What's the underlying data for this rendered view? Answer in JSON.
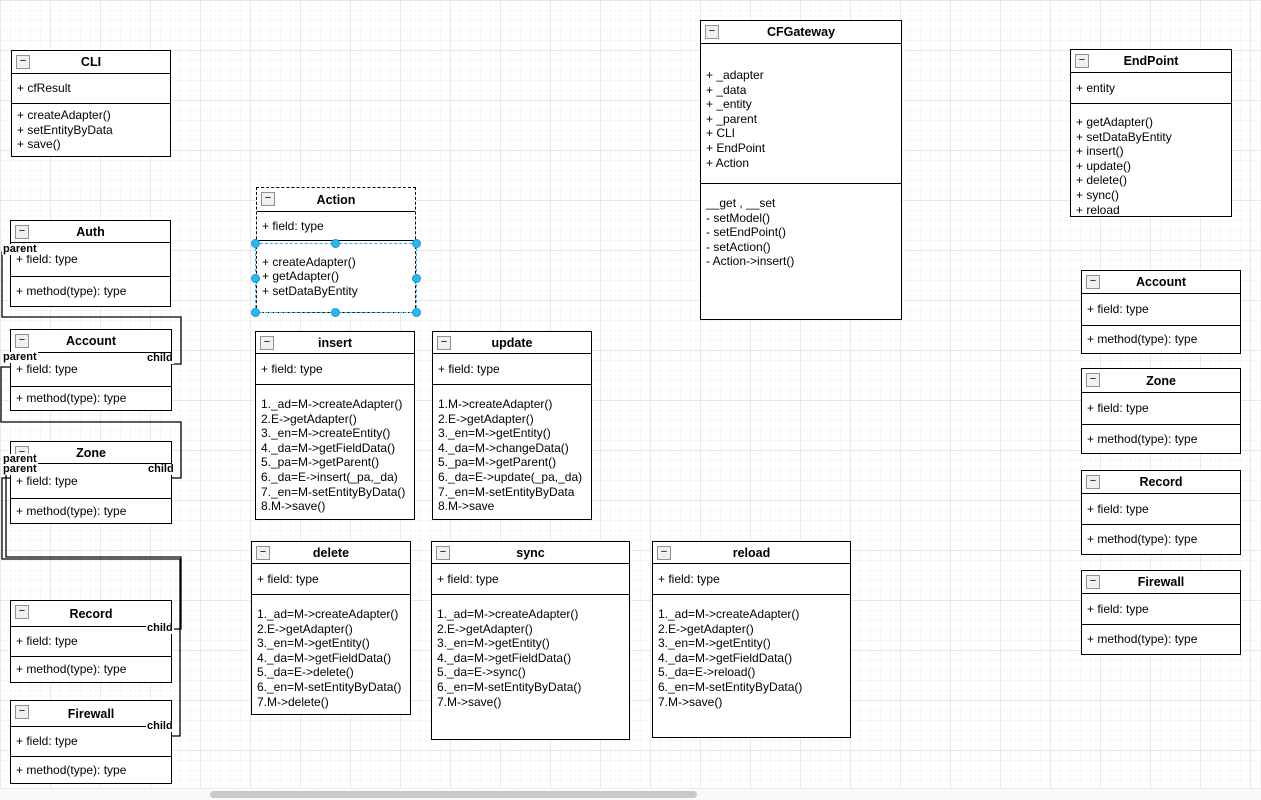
{
  "icons": {
    "collapse": "−"
  },
  "selection": {
    "color": "#29b6f2"
  },
  "classes": {
    "cli": {
      "title": "CLI",
      "fields": [
        "+ cfResult"
      ],
      "methods": [
        "+ createAdapter()",
        "+ setEntityByData",
        "+ save()"
      ]
    },
    "auth": {
      "title": "Auth",
      "fields": [
        "+ field: type"
      ],
      "methods": [
        "+ method(type): type"
      ]
    },
    "account_left": {
      "title": "Account",
      "fields": [
        "+ field: type"
      ],
      "methods": [
        "+ method(type): type"
      ]
    },
    "zone_left": {
      "title": "Zone",
      "fields": [
        "+ field: type"
      ],
      "methods": [
        "+ method(type): type"
      ]
    },
    "record_left": {
      "title": "Record",
      "fields": [
        "+ field: type"
      ],
      "methods": [
        "+ method(type): type"
      ]
    },
    "firewall_left": {
      "title": "Firewall",
      "fields": [
        "+ field: type"
      ],
      "methods": [
        "+ method(type): type"
      ]
    },
    "action": {
      "title": "Action",
      "fields": [
        "+ field: type"
      ],
      "methods": [
        "+ createAdapter()",
        "+ getAdapter()",
        "+ setDataByEntity"
      ]
    },
    "insert": {
      "title": "insert",
      "fields": [
        "+ field: type"
      ],
      "methods": [
        "1._ad=M->createAdapter()",
        "2.E->getAdapter()",
        "3._en=M->createEntity()",
        "4._da=M->getFieldData()",
        "5._pa=M->getParent()",
        "6._da=E->insert(_pa,_da)",
        "7._en=M-setEntityByData()",
        "8.M->save()"
      ]
    },
    "update": {
      "title": "update",
      "fields": [
        "+ field: type"
      ],
      "methods": [
        "1.M->createAdapter()",
        "2.E->getAdapter()",
        "3._en=M->getEntity()",
        "4._da=M->changeData()",
        "5._pa=M->getParent()",
        "6._da=E->update(_pa,_da)",
        "7._en=M-setEntityByData",
        "8.M->save"
      ]
    },
    "delete": {
      "title": "delete",
      "fields": [
        "+ field: type"
      ],
      "methods": [
        "1._ad=M->createAdapter()",
        "2.E->getAdapter()",
        "3._en=M->getEntity()",
        "4._da=M->getFieldData()",
        "5._da=E->delete()",
        "6._en=M-setEntityByData()",
        "7.M->delete()"
      ]
    },
    "sync": {
      "title": "sync",
      "fields": [
        "+ field: type"
      ],
      "methods": [
        "1._ad=M->createAdapter()",
        "2.E->getAdapter()",
        "3._en=M->getEntity()",
        "4._da=M->getFieldData()",
        "5._da=E->sync()",
        "6._en=M-setEntityByData()",
        "7.M->save()"
      ]
    },
    "reload": {
      "title": "reload",
      "fields": [
        "+ field: type"
      ],
      "methods": [
        "1._ad=M->createAdapter()",
        "2.E->getAdapter()",
        "3._en=M->getEntity()",
        "4._da=M->getFieldData()",
        "5._da=E->reload()",
        "6._en=M-setEntityByData()",
        "7.M->save()"
      ]
    },
    "cfgateway": {
      "title": "CFGateway",
      "fields": [
        "+ _adapter",
        "+ _data",
        "+ _entity",
        "+ _parent",
        "+ CLI",
        "+ EndPoint",
        "+ Action"
      ],
      "methods": [
        "__get , __set",
        "- setModel()",
        "- setEndPoint()",
        "- setAction()",
        "- Action->insert()"
      ]
    },
    "endpoint": {
      "title": "EndPoint",
      "fields": [
        "+ entity"
      ],
      "methods": [
        "+ getAdapter()",
        "+ setDataByEntity",
        "+ insert()",
        "+ update()",
        "+ delete()",
        "+ sync()",
        "+ reload"
      ]
    },
    "account_right": {
      "title": "Account",
      "fields": [
        "+ field: type"
      ],
      "methods": [
        "+ method(type): type"
      ]
    },
    "zone_right": {
      "title": "Zone",
      "fields": [
        "+ field: type"
      ],
      "methods": [
        "+ method(type): type"
      ]
    },
    "record_right": {
      "title": "Record",
      "fields": [
        "+ field: type"
      ],
      "methods": [
        "+ method(type): type"
      ]
    },
    "firewall_right": {
      "title": "Firewall",
      "fields": [
        "+ field: type"
      ],
      "methods": [
        "+ method(type): type"
      ]
    }
  },
  "edges": [
    {
      "source": "Auth",
      "target": "Account",
      "source_label": "parent",
      "target_label": "child"
    },
    {
      "source": "Account",
      "target": "Zone",
      "source_label": "parent",
      "target_label": "child"
    },
    {
      "source": "Zone",
      "target": "Record",
      "source_label": "parent",
      "target_label": "child"
    },
    {
      "source": "Zone",
      "target": "Firewall",
      "source_label": "parent",
      "target_label": "child"
    }
  ]
}
